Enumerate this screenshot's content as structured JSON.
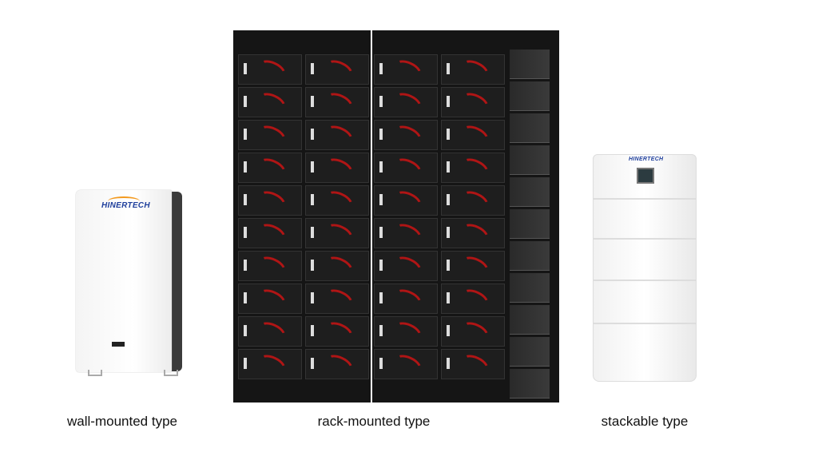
{
  "products": [
    {
      "label": "wall-mounted type",
      "brand_logo": "HINERTECH"
    },
    {
      "label": "rack-mounted type"
    },
    {
      "label": "stackable type",
      "brand_logo": "HINERTECH"
    }
  ],
  "colors": {
    "cable": "#b01515",
    "rack": "#151515",
    "logo": "#1f3f9c",
    "logo_arc": "#f39a1f"
  }
}
